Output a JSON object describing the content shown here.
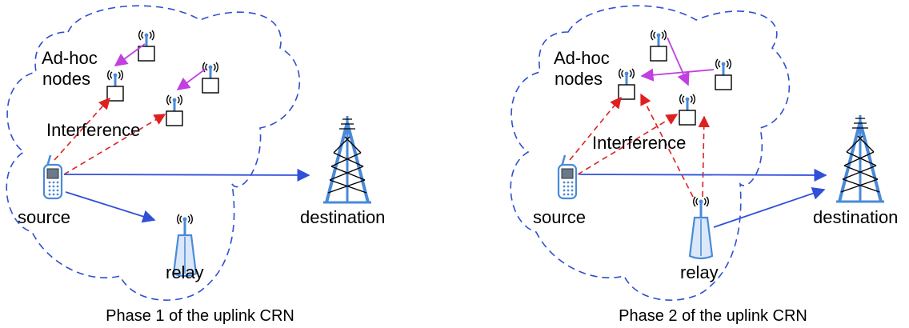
{
  "phase1": {
    "labels": {
      "adhoc_line1": "Ad-hoc",
      "adhoc_line2": "nodes",
      "interference": "Interference",
      "source": "source",
      "relay": "relay",
      "destination": "destination"
    },
    "caption": "Phase 1 of the uplink CRN"
  },
  "phase2": {
    "labels": {
      "adhoc_line1": "Ad-hoc",
      "adhoc_line2": "nodes",
      "interference": "Interference",
      "source": "source",
      "relay": "relay",
      "destination": "destination"
    },
    "caption": "Phase 2 of the uplink CRN"
  },
  "colors": {
    "cloud_outline": "#2f4fd0",
    "signal_arrow": "#3050d8",
    "interference_arrow": "#e02020",
    "adhoc_link": "#c040e0",
    "device_blue": "#4a8ad8"
  }
}
